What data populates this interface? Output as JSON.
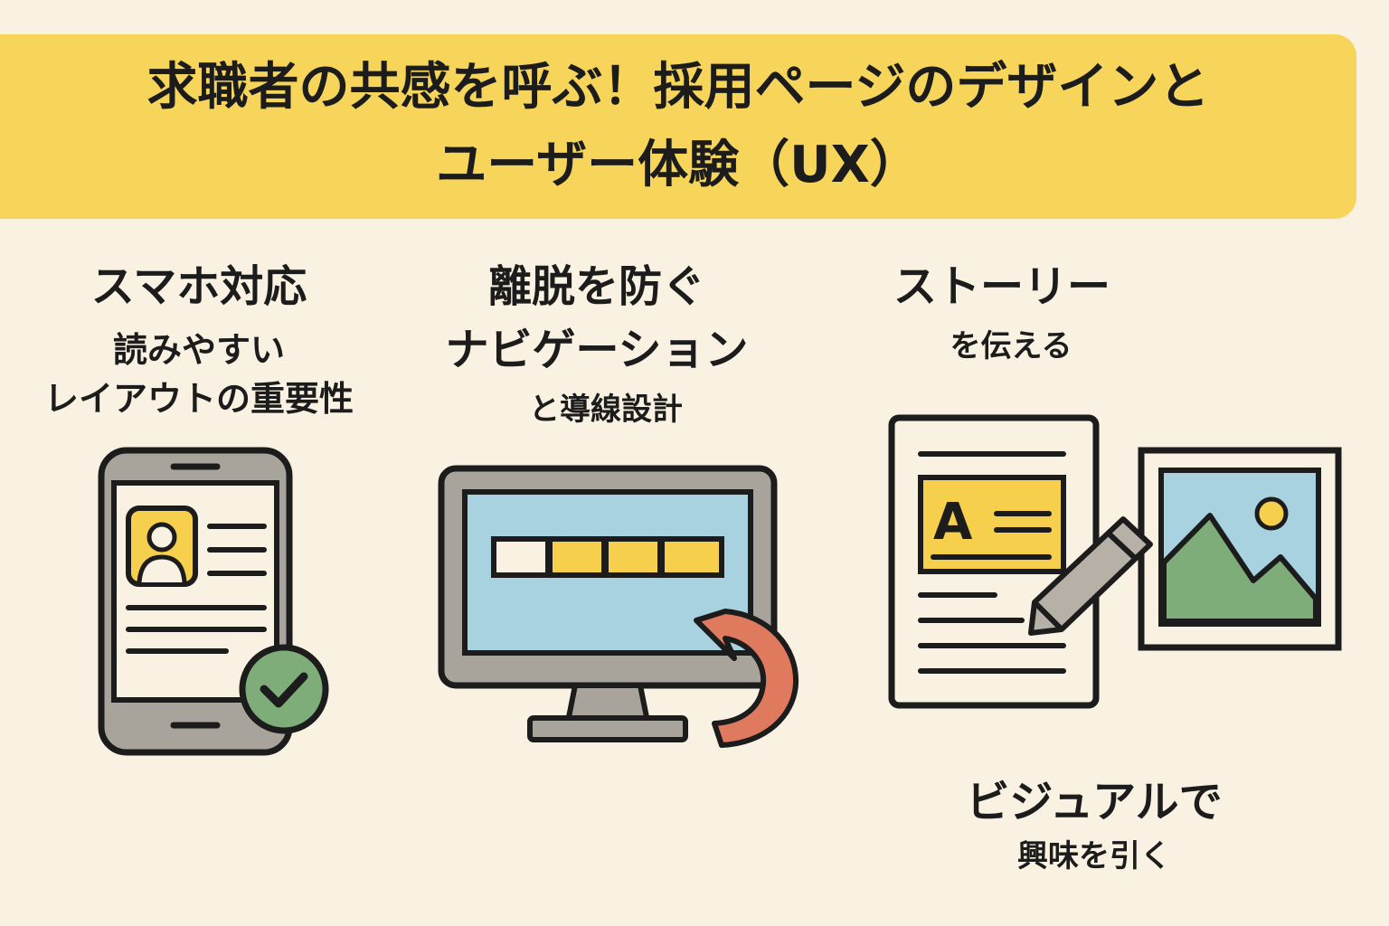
{
  "header": {
    "title_line1": "求職者の共感を呼ぶ！採用ページのデザインと",
    "title_line2": "ユーザー体験（UX）"
  },
  "sections": {
    "mobile": {
      "heading": "スマホ対応",
      "sub1": "読みやすい",
      "sub2": "レイアウトの重要性"
    },
    "navigation": {
      "heading1": "離脱を防ぐ",
      "heading2": "ナビゲーション",
      "sub": "と導線設計"
    },
    "story": {
      "heading": "ストーリー",
      "sub": "を伝える",
      "doc_letter": "A"
    },
    "visual": {
      "heading": "ビジュアルで",
      "sub": "興味を引く"
    }
  },
  "colors": {
    "banner": "#f6d55a",
    "background": "#f9f1e1",
    "yellow": "#f6d04d",
    "blue": "#a8d2df",
    "green": "#7fad7a",
    "coral": "#e07a5f",
    "gray": "#a9a49b"
  }
}
